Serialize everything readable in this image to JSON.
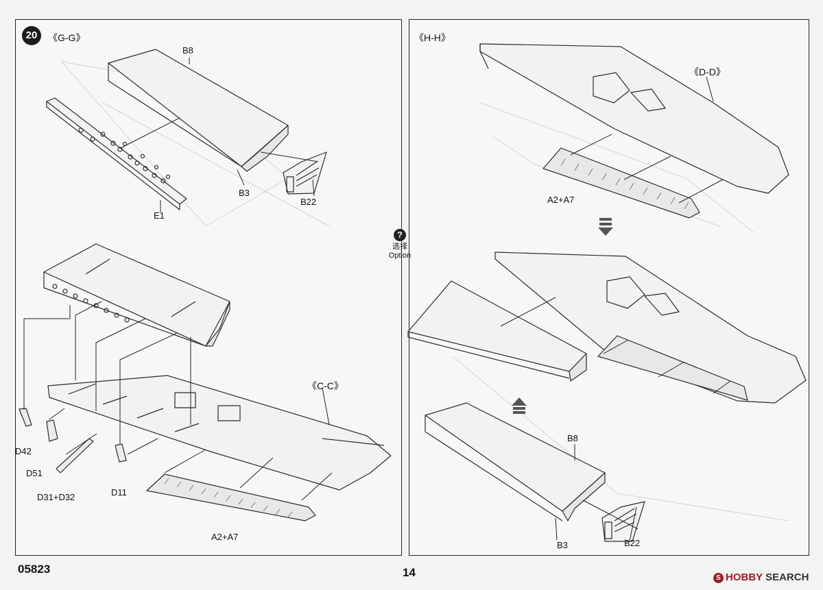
{
  "step": {
    "number": "20"
  },
  "option": {
    "icon": "?",
    "cn": "选择",
    "en": "Option"
  },
  "left": {
    "section_top": "《G-G》",
    "section_bottom": "《C-C》",
    "parts": {
      "b8": "B8",
      "b3": "B3",
      "b22": "B22",
      "e1": "E1",
      "d42": "D42",
      "d51": "D51",
      "d31_d32": "D31+D32",
      "d11": "D11",
      "a2_a7": "A2+A7"
    }
  },
  "right": {
    "section_top": "《H-H》",
    "section_view": "《D-D》",
    "parts": {
      "a2_a7": "A2+A7",
      "b8": "B8",
      "b3": "B3",
      "b22": "B22"
    }
  },
  "footer": {
    "code": "05823",
    "page": "14"
  },
  "watermark": {
    "logo": "S",
    "brand": "HOBBY",
    "suffix": "SEARCH"
  },
  "icons": {
    "down_arrow": "down-arrow-icon",
    "up_arrow": "up-arrow-icon"
  }
}
